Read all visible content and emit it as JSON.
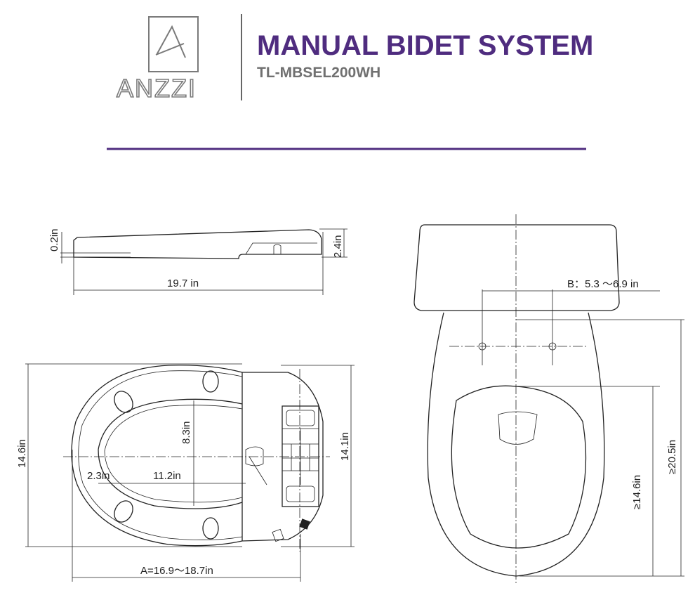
{
  "header": {
    "brand": "ANZZI",
    "title": "MANUAL BIDET SYSTEM",
    "model": "TL-MBSEL200WH",
    "accent_color": "#4f2c7f"
  },
  "side_view": {
    "thickness": "0.2in",
    "height": "2.4in",
    "length": "19.7 in"
  },
  "top_view": {
    "overall_width": "14.6in",
    "seat_width": "14.1in",
    "opening_width": "8.3in",
    "front_offset": "2.3in",
    "opening_length": "11.2in",
    "mount_length": "A=16.9～18.7in"
  },
  "toilet_view": {
    "bolt_spacing": "B：5.3 ～6.9 in",
    "min_bowl_length": "≥14.6in",
    "min_total_length": "≥20.5in"
  }
}
